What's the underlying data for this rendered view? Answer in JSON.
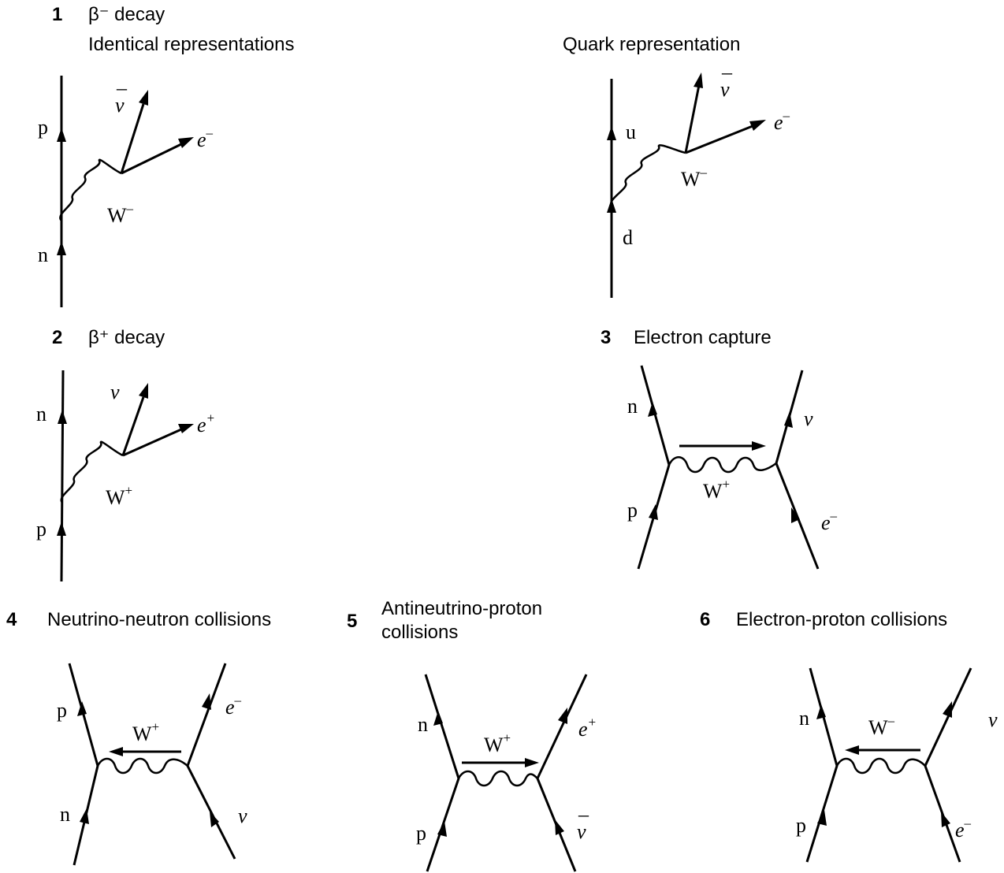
{
  "headings": {
    "h1": {
      "num": "1",
      "title": "β⁻ decay",
      "subtitle": "Identical representations"
    },
    "quark": {
      "title": "Quark representation"
    },
    "h2": {
      "num": "2",
      "title": "β⁺ decay"
    },
    "h3": {
      "num": "3",
      "title": "Electron capture"
    },
    "h4": {
      "num": "4",
      "title": "Neutrino-neutron collisions"
    },
    "h5": {
      "num": "5",
      "title_line1": "Antineutrino-proton",
      "title_line2": "collisions"
    },
    "h6": {
      "num": "6",
      "title": "Electron-proton collisions"
    }
  },
  "labels": {
    "d1": {
      "p": "p",
      "n": "n",
      "antinu": "ν",
      "antinu_bar": "–",
      "e": "e",
      "e_sign": "–",
      "w": "W",
      "w_sign": "–"
    },
    "dq": {
      "u": "u",
      "d": "d",
      "antinu": "ν",
      "antinu_bar": "–",
      "e": "e",
      "e_sign": "–",
      "w": "W",
      "w_sign": "–"
    },
    "d2": {
      "n": "n",
      "p": "p",
      "nu": "v",
      "e": "e",
      "e_sign": "+",
      "w": "W",
      "w_sign": "+"
    },
    "d3": {
      "n": "n",
      "p": "p",
      "nu": "v",
      "e": "e",
      "e_sign": "–",
      "w": "W",
      "w_sign": "+"
    },
    "d4": {
      "p": "p",
      "n": "n",
      "e": "e",
      "e_sign": "–",
      "nu": "v",
      "w": "W",
      "w_sign": "+"
    },
    "d5": {
      "n": "n",
      "p": "p",
      "e": "e",
      "e_sign": "+",
      "antinu": "ν",
      "antinu_bar": "–",
      "w": "W",
      "w_sign": "+"
    },
    "d6": {
      "n": "n",
      "p": "p",
      "nu": "v",
      "e": "e",
      "e_sign": "–",
      "w": "W",
      "w_sign": "–"
    }
  }
}
